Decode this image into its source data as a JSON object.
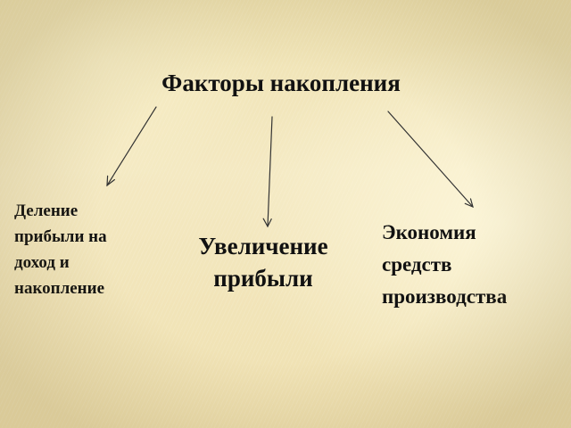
{
  "diagram": {
    "title": "Факторы накопления",
    "nodes": {
      "left": {
        "lines": [
          "Деление",
          "прибыли на",
          "доход и",
          "накопление"
        ]
      },
      "center": {
        "lines": [
          "Увеличение",
          "прибыли"
        ]
      },
      "right": {
        "lines": [
          "Экономия",
          "средств",
          "производства"
        ]
      }
    },
    "colors": {
      "background": "#f1e4b7",
      "text": "#111111",
      "arrow": "#333333"
    }
  }
}
